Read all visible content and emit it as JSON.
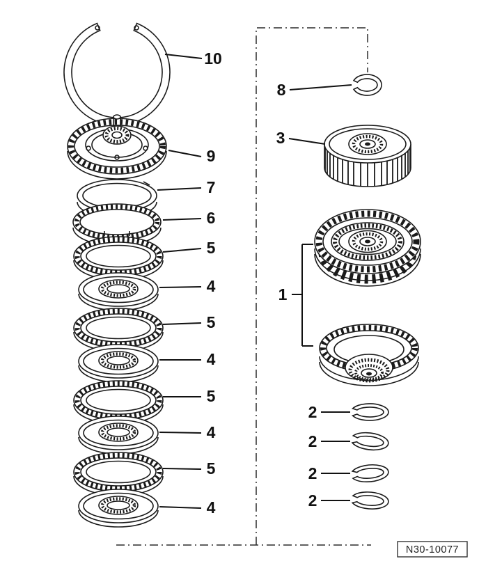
{
  "figure": {
    "id_label": "N30-10077",
    "ink_color": "#1a1a1a",
    "background": "#ffffff"
  },
  "callouts": {
    "left": [
      {
        "label": "10"
      },
      {
        "label": "9"
      },
      {
        "label": "7"
      },
      {
        "label": "6"
      },
      {
        "label": "5"
      },
      {
        "label": "4"
      },
      {
        "label": "5"
      },
      {
        "label": "4"
      },
      {
        "label": "5"
      },
      {
        "label": "4"
      },
      {
        "label": "5"
      },
      {
        "label": "4"
      }
    ],
    "right": [
      {
        "label": "8"
      },
      {
        "label": "3"
      },
      {
        "label": "1"
      },
      {
        "label": "2"
      },
      {
        "label": "2"
      },
      {
        "label": "2"
      },
      {
        "label": "2"
      }
    ]
  }
}
